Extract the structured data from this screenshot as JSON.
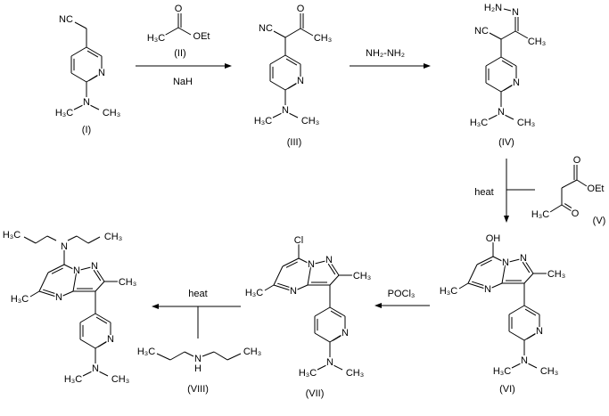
{
  "compounds": {
    "I": {
      "nc": "NC",
      "ring_n": "N",
      "amine_n": "N",
      "me_left": "H₃C",
      "me_right": "CH₃",
      "label": "(I)"
    },
    "II": {
      "h3c": "H₃C",
      "o": "O",
      "oet": "OEt",
      "label": "(II)"
    },
    "III": {
      "nc": "NC",
      "o": "O",
      "ch3": "CH₃",
      "ring_n": "N",
      "amine_n": "N",
      "me_left": "H₃C",
      "me_right": "CH₃",
      "label": "(III)"
    },
    "IV": {
      "h2n": "H₂N",
      "n": "N",
      "nc": "NC",
      "ch3": "CH₃",
      "ring_n": "N",
      "amine_n": "N",
      "me_left": "H₃C",
      "me_right": "CH₃",
      "label": "(IV)"
    },
    "V": {
      "o1": "O",
      "oet": "OEt",
      "h3c": "H₃C",
      "o2": "O",
      "label": "(V)"
    },
    "VI": {
      "sub7": "OH",
      "n1": "N",
      "n2": "N",
      "n4": "N",
      "me5": "H₃C",
      "me2": "CH₃",
      "ring_n": "N",
      "amine_n": "N",
      "me_left": "H₃C",
      "me_right": "CH₃",
      "label": "(VI)"
    },
    "VII": {
      "sub7": "Cl",
      "n1": "N",
      "n2": "N",
      "n4": "N",
      "me5": "H₃C",
      "me2": "CH₃",
      "ring_n": "N",
      "amine_n": "N",
      "me_left": "H₃C",
      "me_right": "CH₃",
      "label": "(VII)"
    },
    "VIII": {
      "h3c": "H₃C",
      "n": "N",
      "h": "H",
      "ch3": "CH₃",
      "label": "(VIII)"
    },
    "product": {
      "sub7": "N",
      "pr_left": "H₃C",
      "pr_right": "CH₃",
      "n1": "N",
      "n2": "N",
      "n4": "N",
      "me5": "H₃C",
      "me2": "CH₃",
      "ring_n": "N",
      "amine_n": "N",
      "me_left": "H₃C",
      "me_right": "CH₃"
    }
  },
  "reagents": {
    "step1": "NaH",
    "step2": "NH₂-NH₂",
    "step3": "heat",
    "step4": "POCl₃",
    "step5": "heat"
  }
}
